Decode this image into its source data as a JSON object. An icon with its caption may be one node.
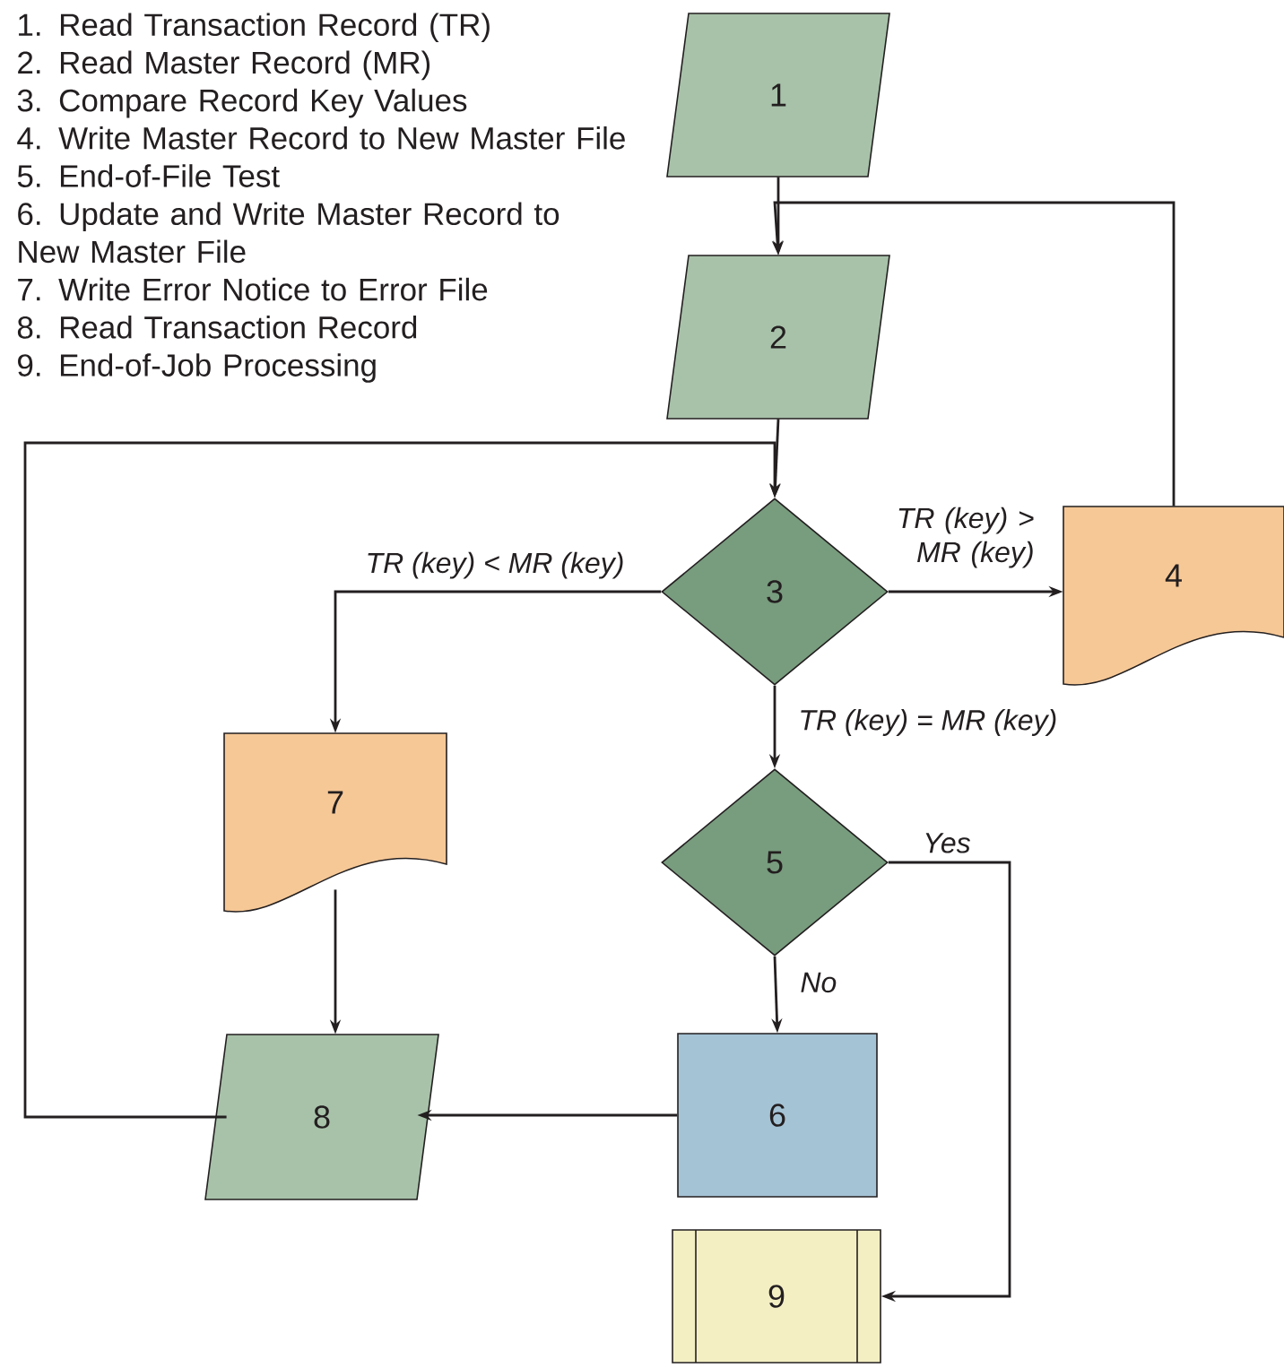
{
  "diagram": {
    "nodes": [
      {
        "text": [
          "1"
        ]
      },
      {
        "text": [
          "2"
        ]
      },
      {
        "text": [
          "3"
        ]
      },
      {
        "text": [
          "4"
        ]
      },
      {
        "text": [
          "7"
        ]
      },
      {
        "text": [
          "5"
        ]
      },
      {
        "text": [
          "6"
        ]
      },
      {
        "text": [
          "8"
        ]
      },
      {
        "text": [
          "9"
        ]
      }
    ],
    "edges": [
      {
        "from": 0,
        "to": 1,
        "arrow": "to"
      },
      {
        "from": 3,
        "to": 1,
        "arrow": "to"
      },
      {
        "from": 1,
        "to": 2,
        "arrow": "to"
      },
      {
        "from": 7,
        "to": 2,
        "arrow": "to"
      },
      {
        "from": 2,
        "to": 3,
        "arrow": "to",
        "label": "TR (key) > MR (key)"
      },
      {
        "from": 2,
        "to": 4,
        "arrow": "to",
        "label": "TR (key) < MR (key)"
      },
      {
        "from": 2,
        "to": 5,
        "arrow": "to",
        "label": "TR (key) = MR (key)"
      },
      {
        "from": 5,
        "to": 8,
        "arrow": "to",
        "label": "Yes"
      },
      {
        "from": 5,
        "to": 6,
        "arrow": "to",
        "label": "No"
      },
      {
        "from": 4,
        "to": 7,
        "arrow": "to"
      },
      {
        "from": 6,
        "to": 7,
        "arrow": "to"
      }
    ],
    "labels": [
      "1. Read Transaction Record (TR)",
      "2. Read Master Record (MR)",
      "3. Compare Record Key Values",
      "4. Write Master Record to New Master File",
      "5. End-of-File Test",
      "6. Update and Write Master Record to New Master File",
      "7. Write Error Notice to Error File",
      "8. Read Transaction Record",
      "9. End-of-Job Processing"
    ]
  }
}
